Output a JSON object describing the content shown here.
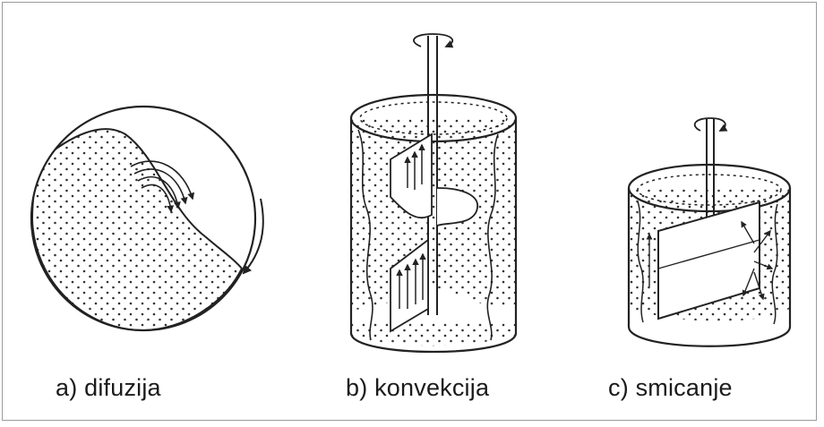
{
  "captions": {
    "a": "a) difuzija",
    "b": "b) konvekcija",
    "c": "c) smicanje"
  },
  "colors": {
    "ink": "#222222",
    "frame": "#9a9a9a"
  }
}
